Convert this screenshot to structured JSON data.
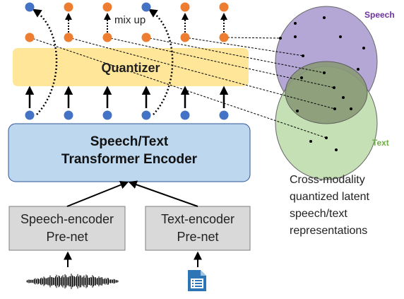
{
  "labels": {
    "mix_up": "mix up",
    "quantizer": "Quantizer",
    "encoder_line1": "Speech/Text",
    "encoder_line2": "Transformer Encoder",
    "speech_prenet_line1": "Speech-encoder",
    "speech_prenet_line2": "Pre-net",
    "text_prenet_line1": "Text-encoder",
    "text_prenet_line2": "Pre-net",
    "venn_speech": "Speech",
    "venn_text": "Text",
    "caption_line1": "Cross-modality",
    "caption_line2": "quantized latent",
    "caption_line3": "speech/text",
    "caption_line4": "representations"
  },
  "colors": {
    "blue_dot": "#4472c4",
    "orange_dot": "#ed7d31",
    "quantizer_fill": "#ffe699",
    "encoder_fill": "#bdd7ee",
    "prenet_fill": "#d9d9d9",
    "speech_circle": "#b4a7d6",
    "text_circle": "#c5e0b4",
    "speech_label": "#7030a0",
    "text_label": "#70ad47"
  },
  "icons": [
    "waveform-icon",
    "document-icon"
  ]
}
